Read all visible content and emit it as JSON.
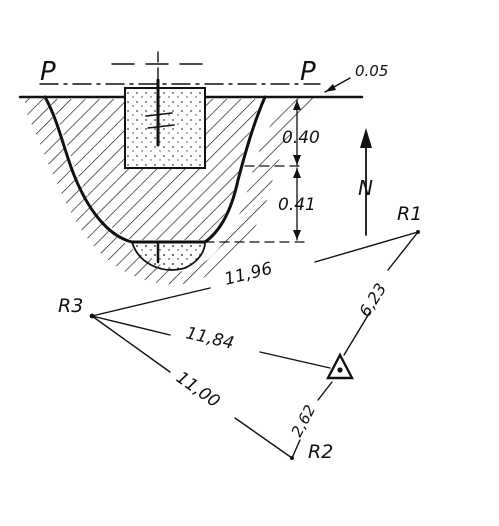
{
  "labels": {
    "plane_left": "P",
    "plane_right": "P",
    "top_gap": "0.05",
    "block_height": "0.40",
    "base_depth": "0.41",
    "north": "N",
    "r1": "R1",
    "r2": "R2",
    "r3": "R3"
  },
  "distances": {
    "r3_r1": "11,96",
    "r1_marker": "6,23",
    "r3_marker": "11,84",
    "r3_r2": "11,00",
    "marker_r2": "2,62"
  },
  "icons": {
    "north_arrow": "north-arrow-icon",
    "marker": "triangle-benchmark-icon"
  }
}
